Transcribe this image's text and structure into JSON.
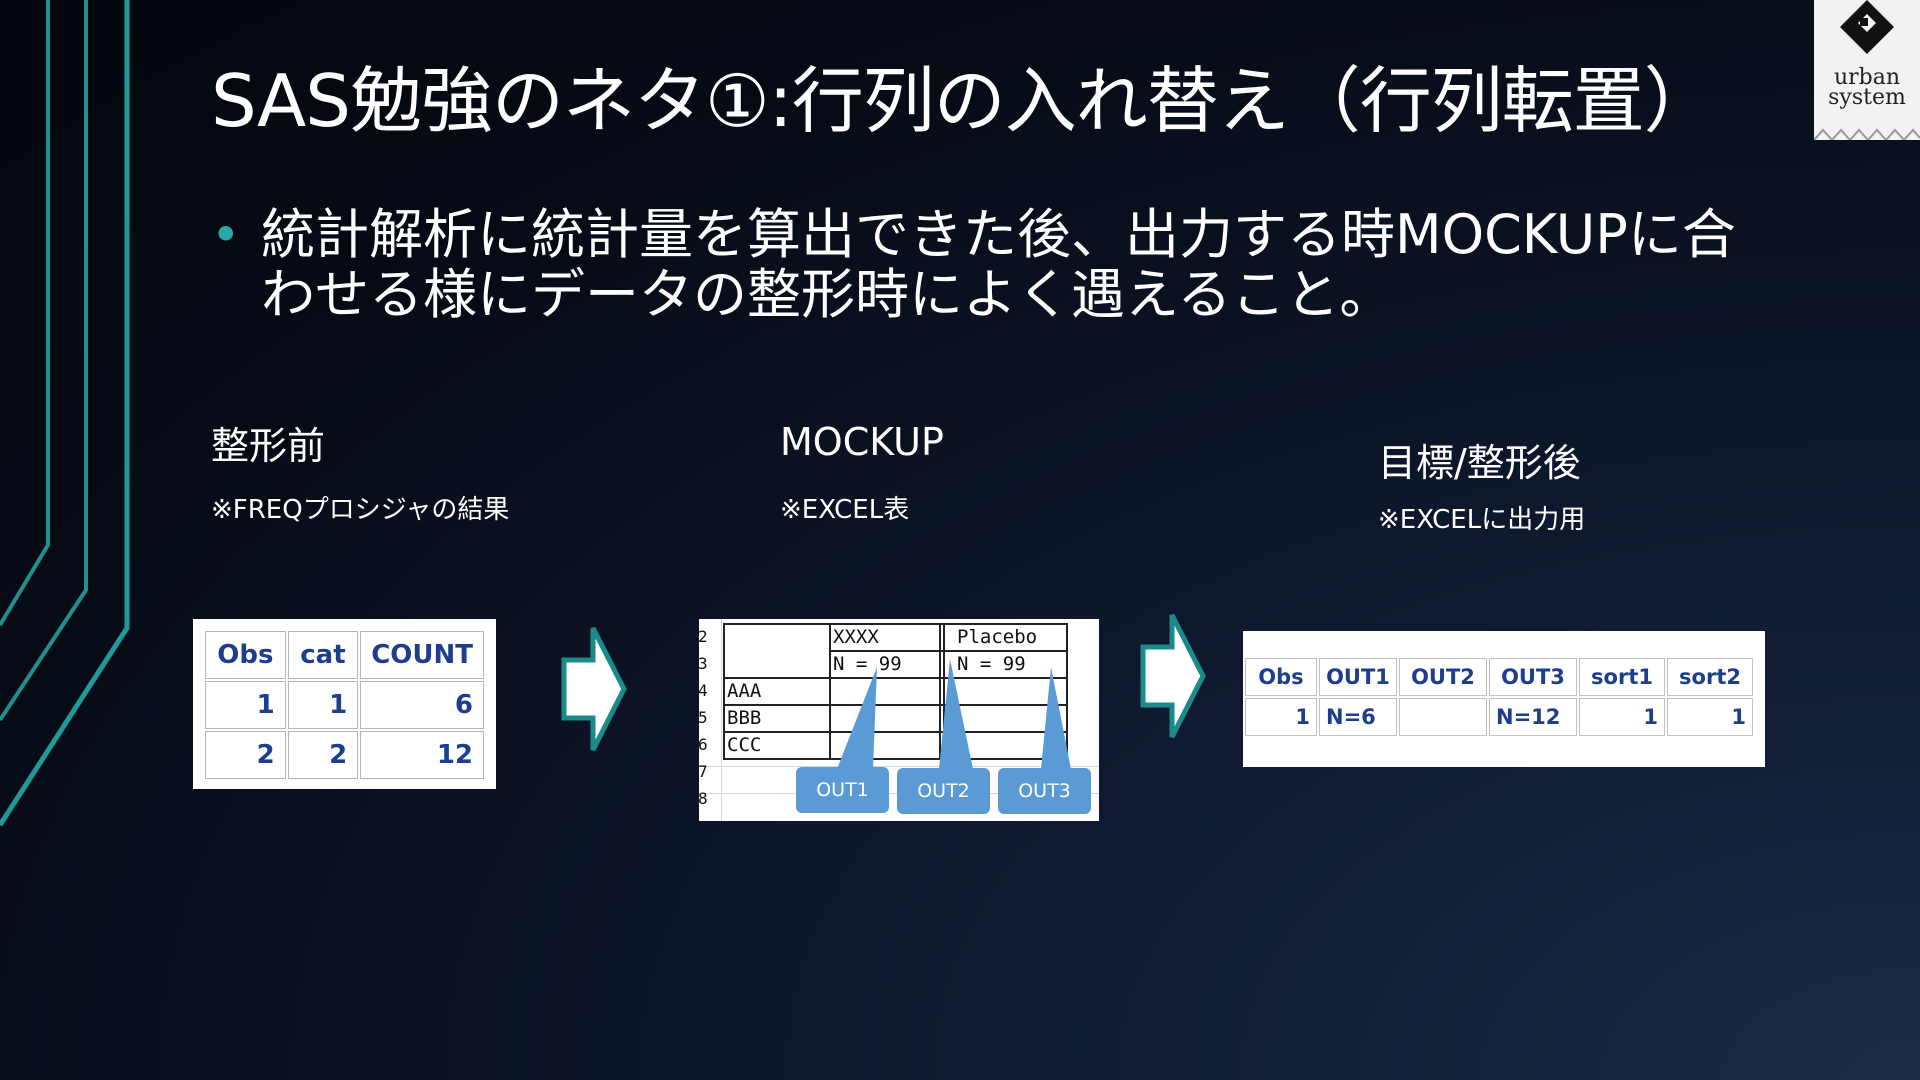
{
  "slide": {
    "title": "SAS勉強のネタ①:行列の入れ替え（行列転置）",
    "bullet": "統計解析に統計量を算出できた後、出力する時MOCKUPに合わせる様にデータの整形時によく遇えること。",
    "logo": {
      "line1": "urban",
      "line2": "system",
      "icon": "diamond-logo-icon"
    },
    "accent_color": "#2aa6a6"
  },
  "sections": {
    "before": {
      "label": "整形前",
      "note": "※FREQプロシジャの結果"
    },
    "mockup": {
      "label": "MOCKUP",
      "note": "※EXCEL表"
    },
    "after": {
      "label": "目標/整形後",
      "note": "※EXCELに出力用"
    }
  },
  "freq_table": {
    "headers": [
      "Obs",
      "cat",
      "COUNT"
    ],
    "rows": [
      [
        "1",
        "1",
        "6"
      ],
      [
        "2",
        "2",
        "12"
      ]
    ]
  },
  "mockup_sheet": {
    "row_numbers": [
      "2",
      "3",
      "4",
      "5",
      "6",
      "7",
      "8"
    ],
    "col1_header": "XXXX",
    "col1_n": "N = 99",
    "col2_header": "Placebo",
    "col2_n": "N = 99",
    "row_labels": [
      "AAA",
      "BBB",
      "CCC"
    ],
    "callouts": [
      "OUT1",
      "OUT2",
      "OUT3"
    ]
  },
  "output_table": {
    "headers": [
      "Obs",
      "OUT1",
      "OUT2",
      "OUT3",
      "sort1",
      "sort2"
    ],
    "rows": [
      [
        "1",
        "N=6",
        "",
        "N=12",
        "1",
        "1"
      ]
    ]
  }
}
